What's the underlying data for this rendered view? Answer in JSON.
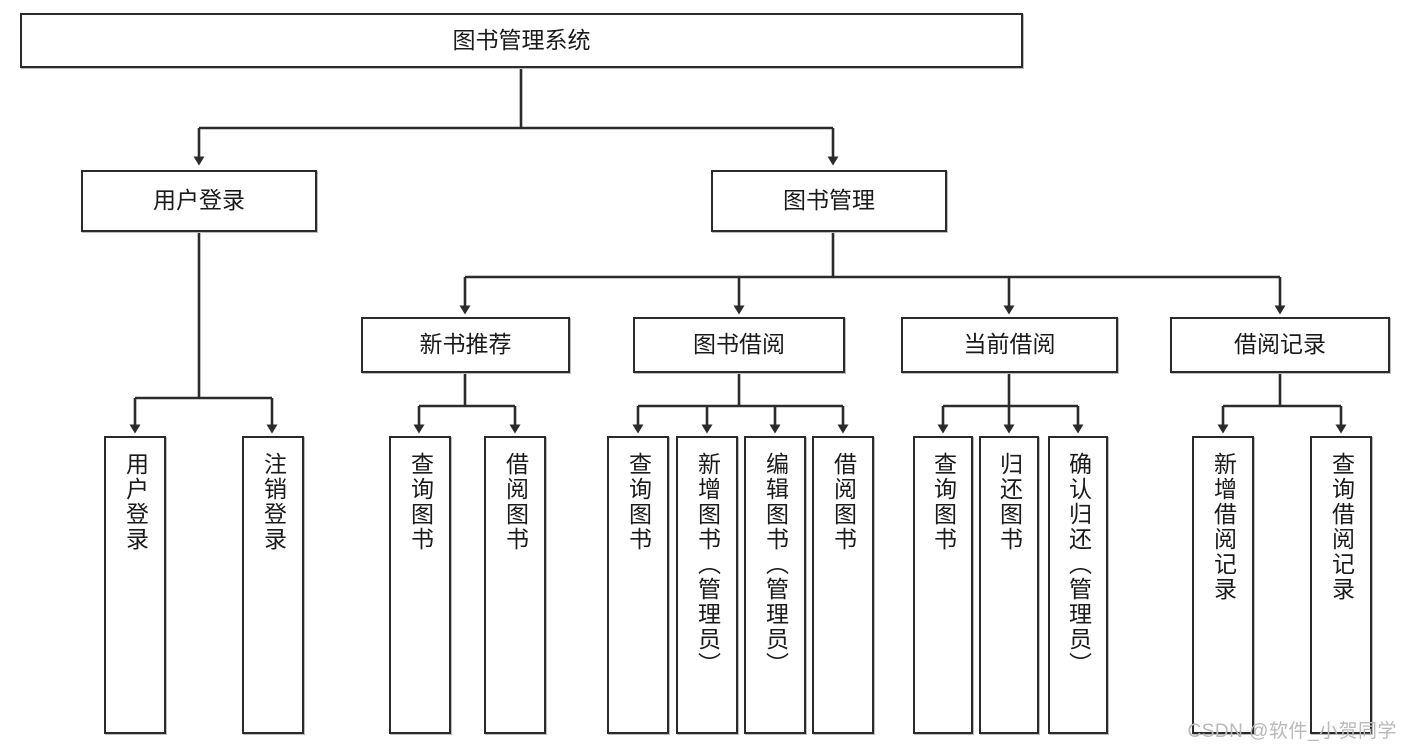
{
  "diagram": {
    "title": "图书管理系统",
    "type": "hierarchy-tree",
    "colors": {
      "box_border": "#2b2b2b",
      "box_fill": "#ffffff",
      "connector": "#2b2b2b",
      "watermark": "#b9b9b9",
      "background": "#ffffff"
    },
    "root": {
      "label": "图书管理系统"
    },
    "level2": [
      {
        "label": "用户登录"
      },
      {
        "label": "图书管理"
      }
    ],
    "level3": [
      {
        "label": "新书推荐"
      },
      {
        "label": "图书借阅"
      },
      {
        "label": "当前借阅"
      },
      {
        "label": "借阅记录"
      }
    ],
    "leaves": {
      "user_login": [
        {
          "label": "用户登录"
        },
        {
          "label": "注销登录"
        }
      ],
      "new_book_recommend": [
        {
          "label": "查询图书"
        },
        {
          "label": "借阅图书"
        }
      ],
      "book_borrow": [
        {
          "label": "查询图书"
        },
        {
          "label": "新增图书（管理员）"
        },
        {
          "label": "编辑图书（管理员）"
        },
        {
          "label": "借阅图书"
        }
      ],
      "current_borrow": [
        {
          "label": "查询图书"
        },
        {
          "label": "归还图书"
        },
        {
          "label": "确认归还（管理员）"
        }
      ],
      "borrow_record": [
        {
          "label": "新增借阅记录"
        },
        {
          "label": "查询借阅记录"
        }
      ]
    },
    "watermark": "CSDN @软件_小贺同学"
  }
}
